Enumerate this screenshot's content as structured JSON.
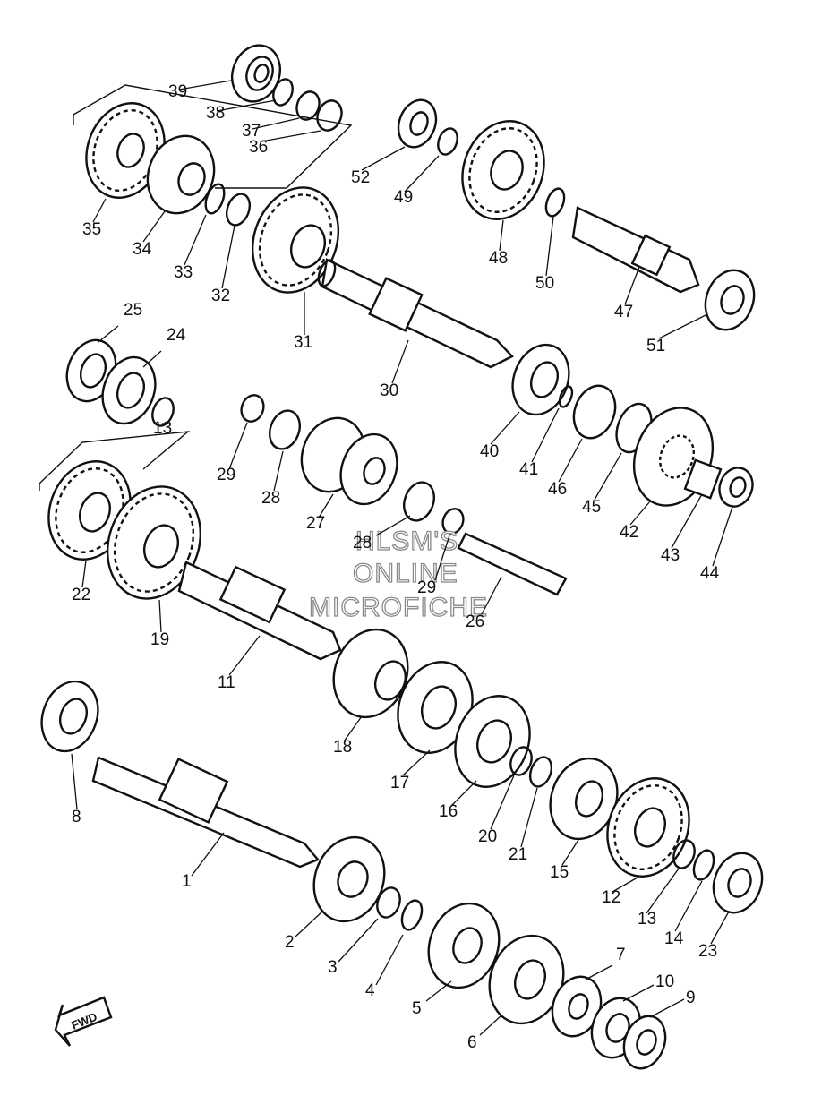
{
  "diagram": {
    "watermark_lines": [
      "HLSM'S",
      "ONLINE",
      "MICROFICHE"
    ],
    "direction_arrow": {
      "label": "FWD",
      "icon": "fwd-arrow-icon"
    },
    "callouts": [
      "1",
      "2",
      "3",
      "4",
      "5",
      "6",
      "7",
      "8",
      "9",
      "10",
      "11",
      "12",
      "13",
      "13",
      "14",
      "15",
      "16",
      "17",
      "18",
      "19",
      "20",
      "21",
      "22",
      "23",
      "24",
      "25",
      "26",
      "27",
      "28",
      "28",
      "29",
      "29",
      "30",
      "31",
      "32",
      "33",
      "34",
      "35",
      "36",
      "37",
      "38",
      "39",
      "40",
      "41",
      "42",
      "43",
      "44",
      "45",
      "46",
      "47",
      "48",
      "49",
      "50",
      "51",
      "52"
    ]
  }
}
